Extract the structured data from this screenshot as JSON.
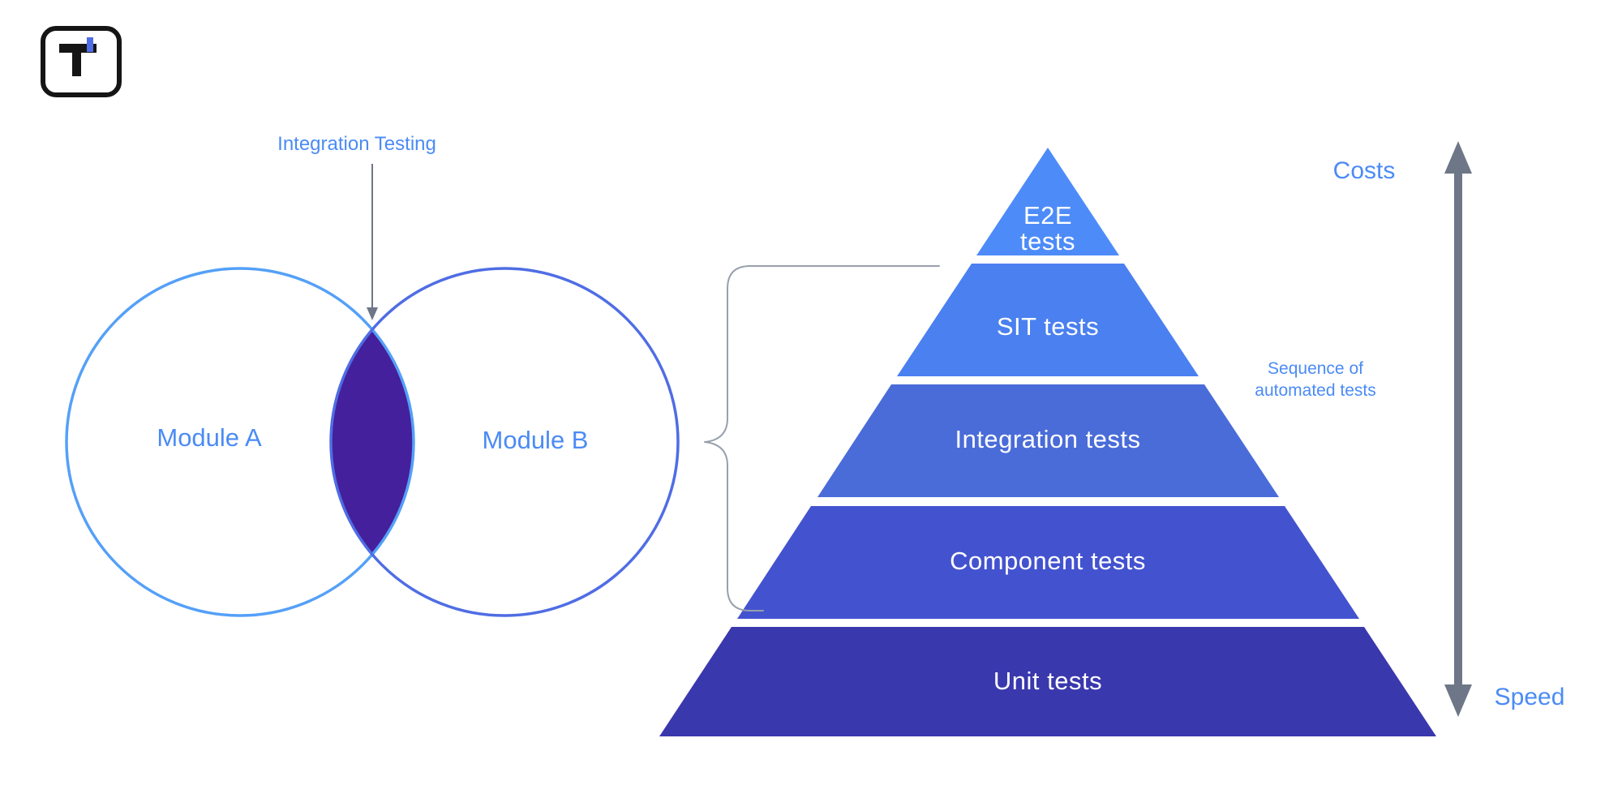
{
  "brand": {
    "logo_name": "t-mark-logo",
    "logo_accent": "#4f6de4",
    "logo_ink": "#151515"
  },
  "venn": {
    "annotation_label": "Integration Testing",
    "module_a": "Module A",
    "module_b": "Module B",
    "colors": {
      "module_a_stroke": "#54a0f8",
      "module_b_stroke": "#4f6de4",
      "overlap_fill": "#44209c",
      "label_text": "#4b8bf5",
      "arrow": "#6e7787"
    }
  },
  "pyramid": {
    "levels": [
      {
        "label": "E2E tests",
        "lines": [
          "E2E",
          "tests"
        ],
        "color": "#4d8cf8"
      },
      {
        "label": "SIT tests",
        "color": "#4a80f0"
      },
      {
        "label": "Integration tests",
        "color": "#4a6cd9"
      },
      {
        "label": "Component tests",
        "color": "#4353cf"
      },
      {
        "label": "Unit tests",
        "color": "#3a38ad"
      }
    ],
    "text_color": "#ffffff",
    "brace_label": [
      "Sequence of",
      "automated tests"
    ],
    "brace_color": "#98a0ad"
  },
  "axis": {
    "top_label": "Costs",
    "bottom_label": "Speed",
    "arrow_color": "#6e7787",
    "label_color": "#4b8bf5"
  }
}
